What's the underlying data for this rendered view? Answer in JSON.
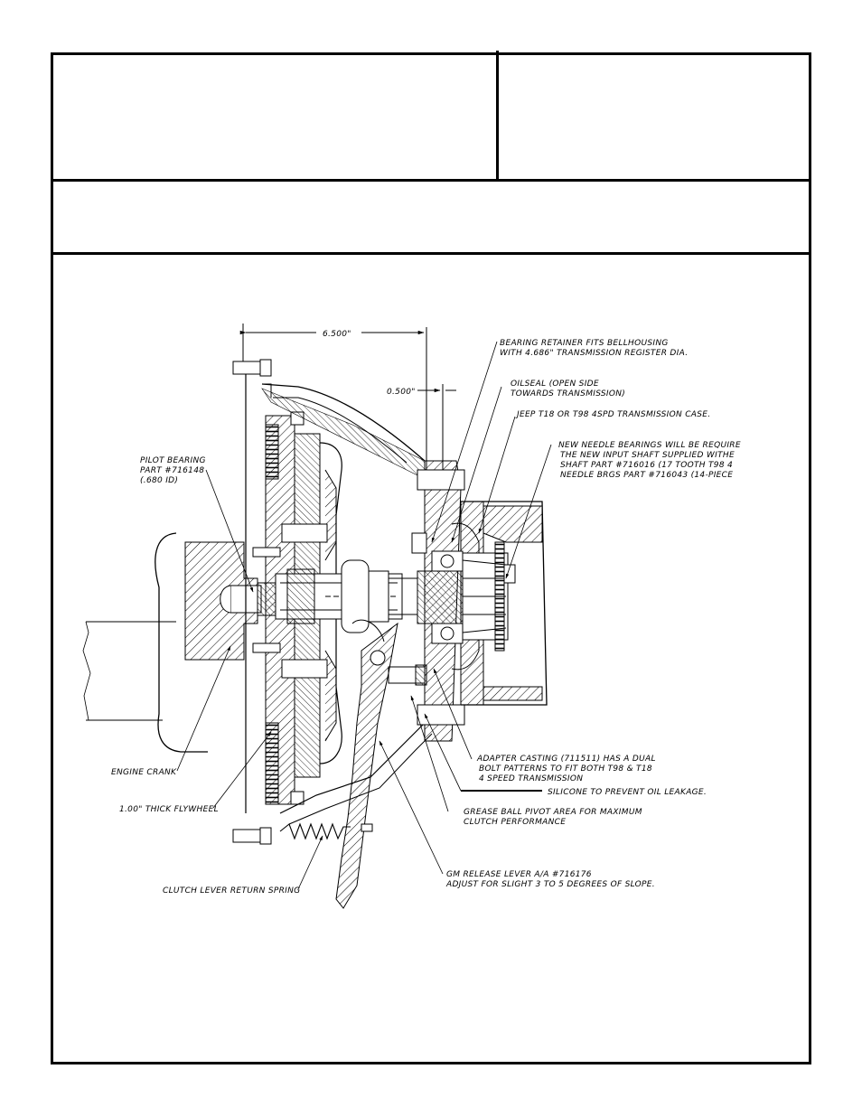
{
  "header": {
    "title_left": "",
    "title_right": "",
    "subtitle": ""
  },
  "dimensions": {
    "overall": "6.500\"",
    "offset": "0.500\""
  },
  "callouts": {
    "bearing_retainer_1": "BEARING RETAINER FITS BELLHOUSING",
    "bearing_retainer_2": "WITH 4.686\" TRANSMISSION REGISTER DIA.",
    "oilseal_1": "OILSEAL (OPEN SIDE",
    "oilseal_2": "TOWARDS TRANSMISSION)",
    "jeep_case": "JEEP T18 OR T98 4SPD TRANSMISSION CASE.",
    "needle_1": "NEW NEEDLE BEARINGS WILL BE REQUIRE",
    "needle_2": "THE NEW INPUT SHAFT SUPPLIED WITHE",
    "needle_3": "SHAFT PART #716016 (17 TOOTH T98 4",
    "needle_4": "NEEDLE BRGS PART #716043 (14-PIECE",
    "pilot_1": "PILOT BEARING",
    "pilot_2": "PART #716148",
    "pilot_3": "(.680 ID)",
    "engine_crank": "ENGINE CRANK",
    "flywheel": "1.00\" THICK FLYWHEEL",
    "return_spring": "CLUTCH LEVER RETURN SPRING",
    "adapter_1": "ADAPTER CASTING (711511) HAS A DUAL",
    "adapter_2": "BOLT PATTERNS TO FIT BOTH T98 & T18",
    "adapter_3": "4 SPEED TRANSMISSION",
    "silicone": "SILICONE TO PREVENT OIL LEAKAGE.",
    "grease_1": "GREASE BALL PIVOT AREA FOR MAXIMUM",
    "grease_2": "CLUTCH PERFORMANCE",
    "release_1": "GM RELEASE LEVER A/A #716176",
    "release_2": "ADJUST FOR SLIGHT 3 TO 5 DEGREES OF SLOPE."
  }
}
